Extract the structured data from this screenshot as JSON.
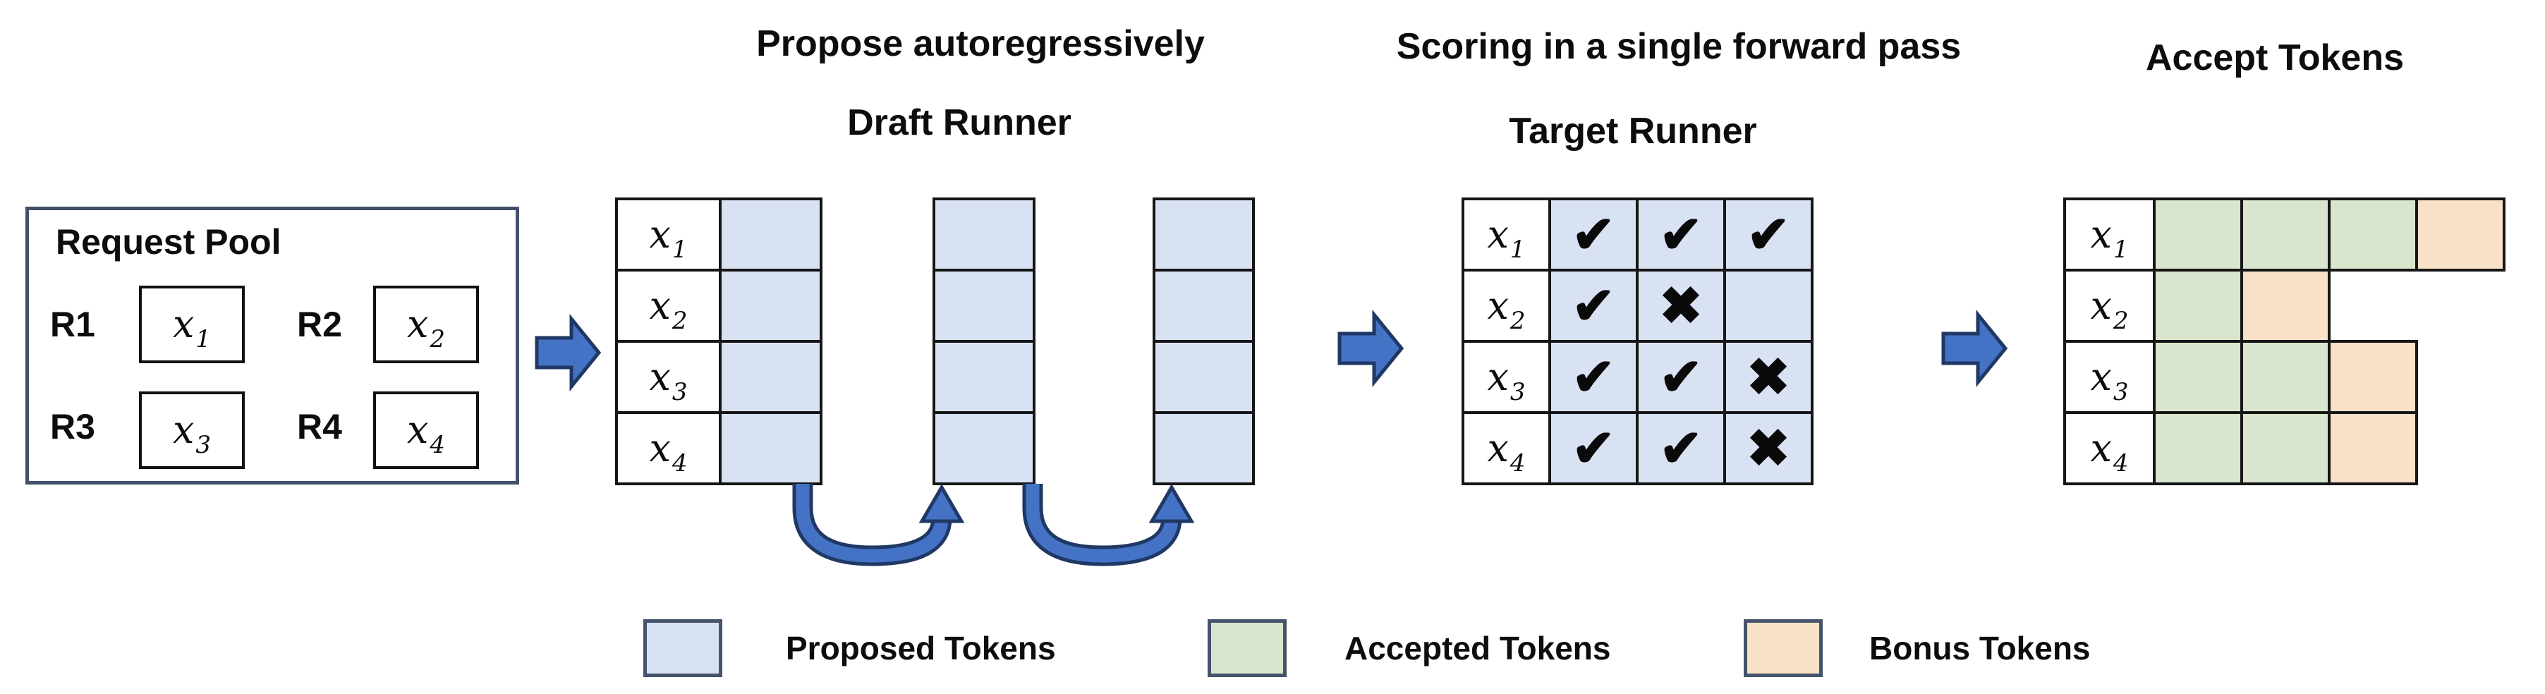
{
  "colors": {
    "proposed": "#d9e2f3",
    "accepted": "#d9e6cd",
    "bonus": "#f8e1c6",
    "arrow": "#4472c4",
    "arrow_border": "#1f3864",
    "grid_border": "#161616",
    "pool_border": "#44506b"
  },
  "request_pool": {
    "title": "Request Pool",
    "items": [
      {
        "id": "R1",
        "token": "x",
        "sub": "1"
      },
      {
        "id": "R2",
        "token": "x",
        "sub": "2"
      },
      {
        "id": "R3",
        "token": "x",
        "sub": "3"
      },
      {
        "id": "R4",
        "token": "x",
        "sub": "4"
      }
    ]
  },
  "draft": {
    "caption": "Propose autoregressively",
    "title": "Draft Runner",
    "steps": 3,
    "rows": [
      {
        "token": "x",
        "sub": "1"
      },
      {
        "token": "x",
        "sub": "2"
      },
      {
        "token": "x",
        "sub": "3"
      },
      {
        "token": "x",
        "sub": "4"
      }
    ]
  },
  "target": {
    "caption": "Scoring in a single forward pass",
    "title": "Target Runner",
    "rows": [
      {
        "token": "x",
        "sub": "1",
        "marks": [
          "✔",
          "✔",
          "✔"
        ]
      },
      {
        "token": "x",
        "sub": "2",
        "marks": [
          "✔",
          "✖",
          ""
        ]
      },
      {
        "token": "x",
        "sub": "3",
        "marks": [
          "✔",
          "✔",
          "✖"
        ]
      },
      {
        "token": "x",
        "sub": "4",
        "marks": [
          "✔",
          "✔",
          "✖"
        ]
      }
    ]
  },
  "accept": {
    "title": "Accept Tokens",
    "rows": [
      {
        "token": "x",
        "sub": "1",
        "cells": [
          "accepted",
          "accepted",
          "accepted",
          "bonus"
        ]
      },
      {
        "token": "x",
        "sub": "2",
        "cells": [
          "accepted",
          "bonus"
        ]
      },
      {
        "token": "x",
        "sub": "3",
        "cells": [
          "accepted",
          "accepted",
          "bonus"
        ]
      },
      {
        "token": "x",
        "sub": "4",
        "cells": [
          "accepted",
          "accepted",
          "bonus"
        ]
      }
    ]
  },
  "legend": {
    "items": [
      {
        "swatch": "proposed",
        "label": "Proposed Tokens"
      },
      {
        "swatch": "accepted",
        "label": "Accepted Tokens"
      },
      {
        "swatch": "bonus",
        "label": "Bonus Tokens"
      }
    ]
  }
}
